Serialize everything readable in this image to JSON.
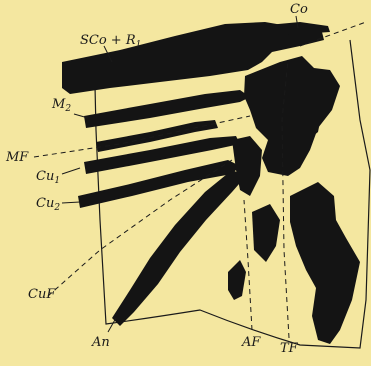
{
  "labels": {
    "sco_r1": {
      "main": "SCo + R",
      "sub": "1"
    },
    "co": "Co",
    "m2": {
      "main": "M",
      "sub": "2"
    },
    "mf": "MF",
    "cu1": {
      "main": "Cu",
      "sub": "1"
    },
    "cu2": {
      "main": "Cu",
      "sub": "2"
    },
    "cuf": "CuF",
    "an": "An",
    "af": "AF",
    "tf": "TF"
  },
  "colors": {
    "background": "#f4e7a0",
    "ink": "#141414"
  }
}
